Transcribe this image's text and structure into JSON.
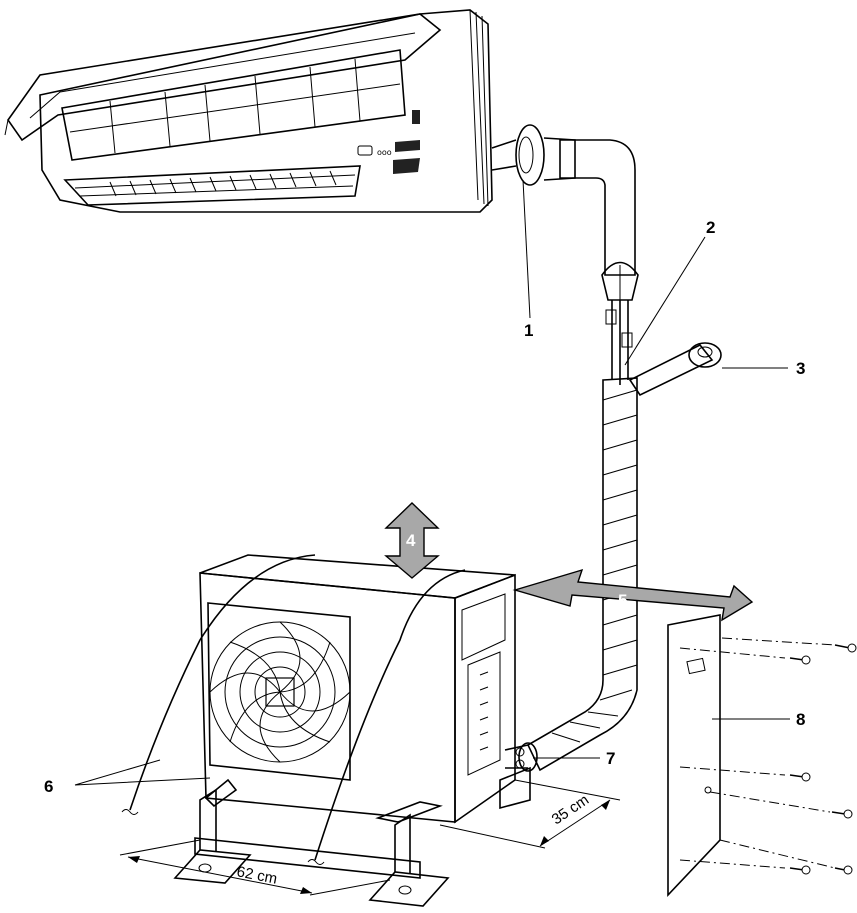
{
  "callouts": {
    "c1": "1",
    "c2": "2",
    "c3": "3",
    "c4": "4",
    "c5": "5",
    "c6": "6",
    "c7": "7",
    "c8": "8"
  },
  "dimensions": {
    "width": "62 cm",
    "depth": "35 cm"
  },
  "colors": {
    "arrow_fill": "#a8a8a8",
    "line": "#000000",
    "background": "#ffffff"
  }
}
